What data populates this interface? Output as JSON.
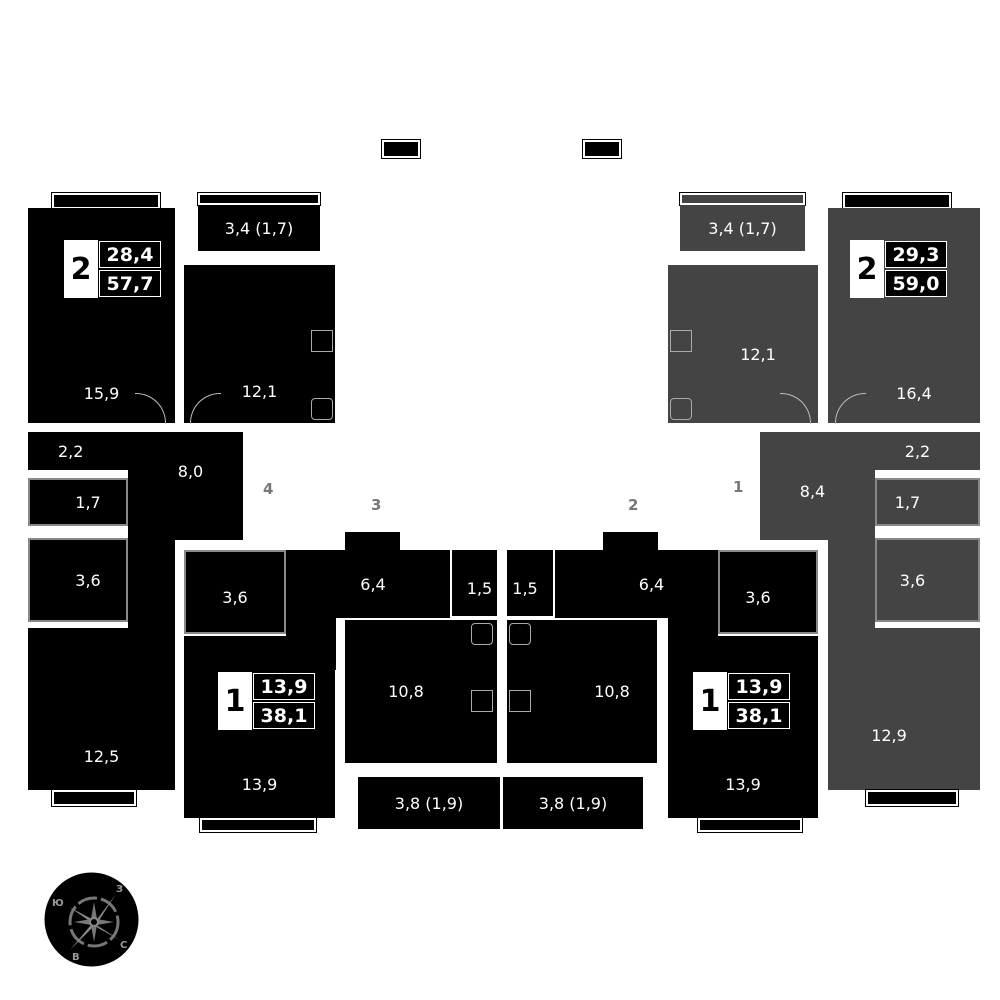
{
  "plan": {
    "section_numbers": [
      "4",
      "3",
      "2",
      "1"
    ],
    "apartments": [
      {
        "number": "4",
        "rooms": "2",
        "living_area": "28,4",
        "total_area": "57,7",
        "areas": {
          "living": "15,9",
          "kitchen": "12,1",
          "balcony": "3,4 (1,7)",
          "hall": "8,0",
          "closet": "2,2",
          "wc": "1,7",
          "bath": "3,6",
          "bedroom": "12,5"
        }
      },
      {
        "number": "3",
        "rooms": "1",
        "living_area": "13,9",
        "total_area": "38,1",
        "areas": {
          "bath": "3,6",
          "hall": "6,4",
          "closet": "1,5",
          "room": "13,9",
          "kitchen": "10,8",
          "balcony": "3,8 (1,9)"
        }
      },
      {
        "number": "2",
        "rooms": "1",
        "living_area": "13,9",
        "total_area": "38,1",
        "areas": {
          "bath": "3,6",
          "hall": "6,4",
          "closet": "1,5",
          "room": "13,9",
          "kitchen": "10,8",
          "balcony": "3,8 (1,9)"
        }
      },
      {
        "number": "1",
        "rooms": "2",
        "living_area": "29,3",
        "total_area": "59,0",
        "areas": {
          "living": "16,4",
          "kitchen": "12,1",
          "balcony": "3,4 (1,7)",
          "hall": "8,4",
          "closet": "2,2",
          "wc": "1,7",
          "bath": "3,6",
          "bedroom": "12,9"
        },
        "highlight_color": "#444444"
      }
    ]
  },
  "compass": {
    "n": "З",
    "w": "Ю",
    "s": "С",
    "e": "В"
  },
  "colors": {
    "default": "#000000",
    "selected": "#444444",
    "section_number": "#777777"
  }
}
